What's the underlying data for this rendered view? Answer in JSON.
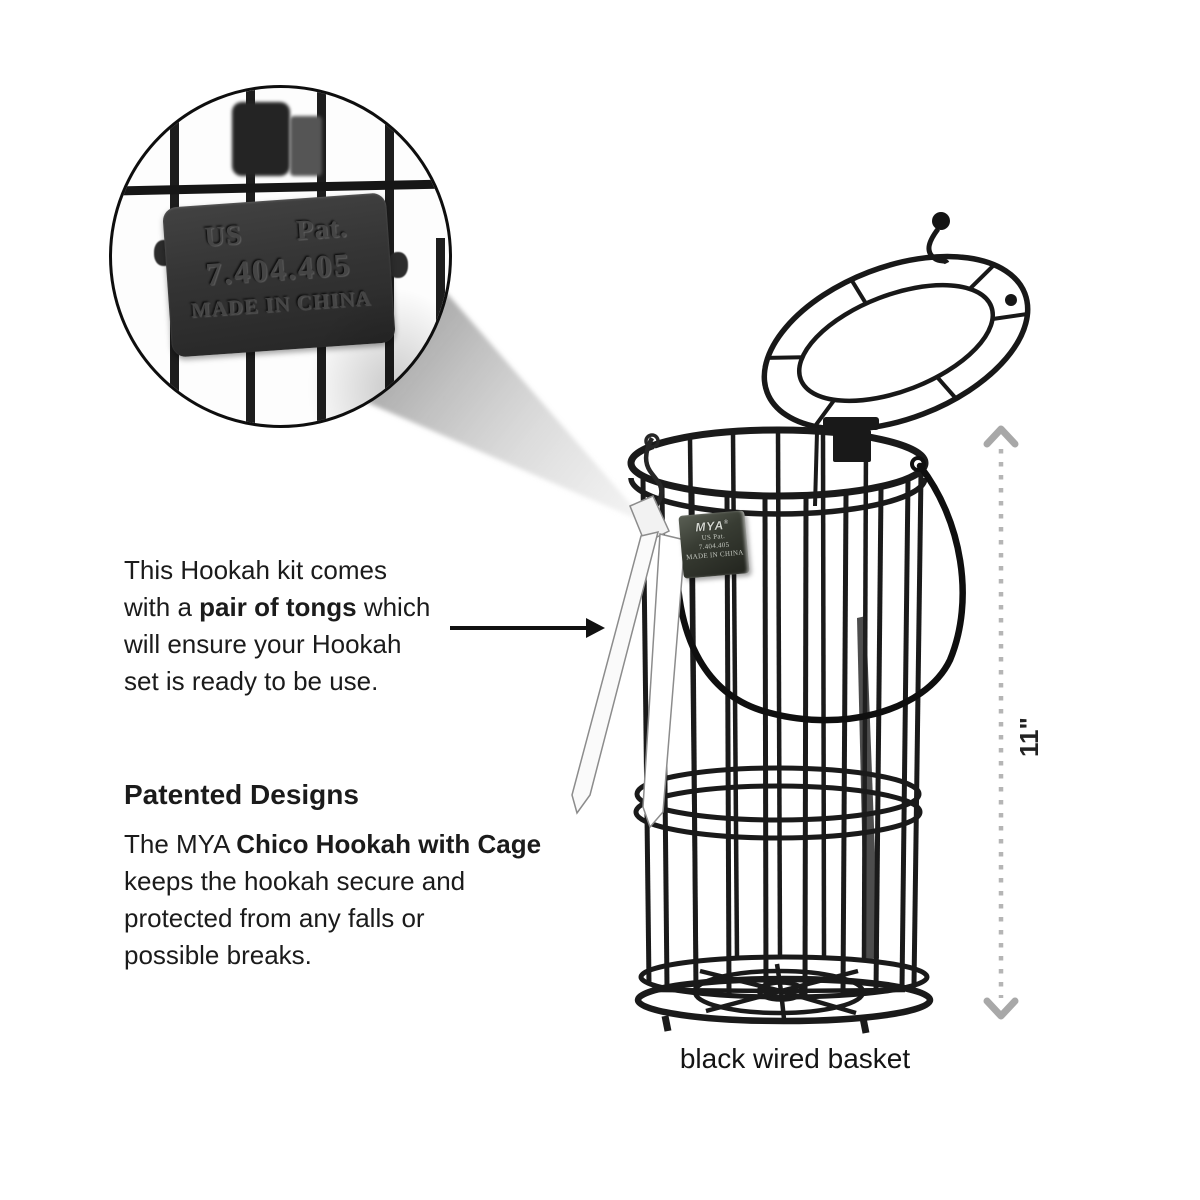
{
  "magnifier_tag": {
    "line1_left": "US",
    "line1_right": "Pat.",
    "line2": "7.404.405",
    "line3": "MADE IN CHINA"
  },
  "product_tag": {
    "brand": "MYA",
    "reg": "®",
    "line1": "US  Pat.",
    "line2": "7.404.405",
    "line3": "MADE IN CHINA"
  },
  "tongs_note": {
    "line1": "This Hookah kit comes",
    "line2_pre": "with a ",
    "line2_bold": "pair of tongs",
    "line2_post": " which",
    "line3": "will ensure your Hookah",
    "line4": "set is ready to be use."
  },
  "patent_note": {
    "heading": "Patented Designs",
    "line1_pre": "The MYA ",
    "line1_bold": "Chico Hookah with Cage",
    "line2": "keeps the hookah secure and",
    "line3": "protected from any falls or",
    "line4": "possible breaks."
  },
  "measurement": {
    "label": "11\""
  },
  "caption": {
    "label": "black wired basket"
  },
  "colors": {
    "ink": "#1b1b1b",
    "wire": "#1a1a1a",
    "beam": "#bdbdbd",
    "dotted_line": "#b5b5b5",
    "chevron": "#a8a8a8",
    "tag_background": "#333333",
    "steel": "#f6f6f6"
  }
}
